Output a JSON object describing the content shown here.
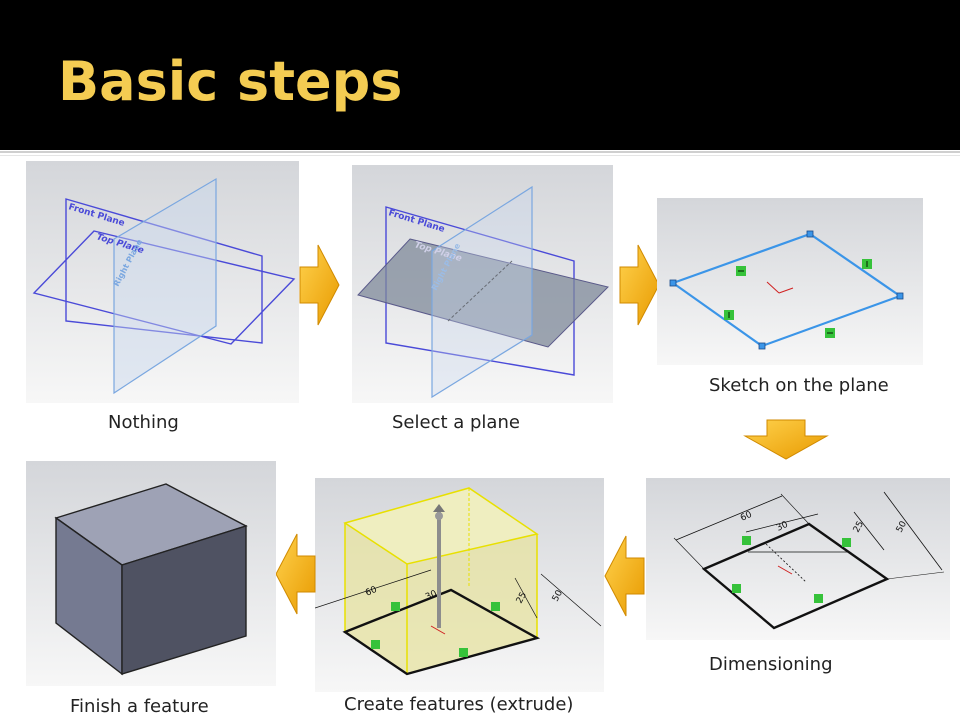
{
  "slide": {
    "title": "Basic steps",
    "title_color": "#F4CC52",
    "arrow_color": "#F2A900"
  },
  "steps": [
    {
      "caption": "Nothing"
    },
    {
      "caption": "Select a plane"
    },
    {
      "caption": "Sketch on the plane"
    },
    {
      "caption": "Dimensioning"
    },
    {
      "caption": "Create features (extrude)"
    },
    {
      "caption": "Finish a feature"
    }
  ],
  "planes": {
    "front": "Front Plane",
    "top": "Top Plane",
    "right": "Right Plane"
  },
  "dimensions": {
    "d60": "60",
    "d30": "30",
    "d25": "25",
    "d50": "50"
  }
}
